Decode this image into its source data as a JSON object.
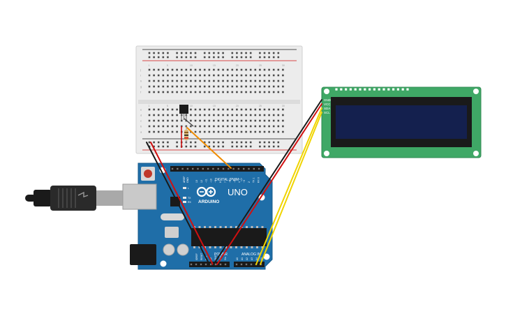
{
  "board": {
    "brand": "ARDUINO",
    "model": "UNO",
    "digital_label": "DIGITAL (PWM~)",
    "power_label": "POWER",
    "analog_label": "ANALOG IN",
    "aref": "AREF",
    "gnd": "GND",
    "led_l": "L",
    "led_tx": "TX",
    "led_rx": "RX",
    "digital_pins": [
      "13",
      "12",
      "~11",
      "~10",
      "~9",
      "8",
      "7",
      "~6",
      "~5",
      "4",
      "~3",
      "2",
      "TX 1",
      "RX 0"
    ],
    "power_pins": [
      "IOREF",
      "RESET",
      "3.3V",
      "5V",
      "GND",
      "GND",
      "Vin"
    ],
    "analog_pins": [
      "A0",
      "A1",
      "A2",
      "A3",
      "A4",
      "A5"
    ]
  },
  "lcd": {
    "pins": [
      "GND",
      "VCC",
      "SDA",
      "SCL"
    ]
  },
  "breadboard": {
    "row_letters_top": [
      "j",
      "i",
      "h",
      "g",
      "f"
    ],
    "row_letters_bottom": [
      "e",
      "d",
      "c",
      "b",
      "a"
    ],
    "column_numbers": [
      "1",
      "5",
      "10",
      "15",
      "20",
      "25",
      "30"
    ]
  },
  "colors": {
    "board": "#1f6ea8",
    "lcd_pcb": "#3fa866",
    "lcd_screen": "#14204e",
    "wire_red": "#d01010",
    "wire_black": "#1a1a1a",
    "wire_yellow": "#f0d400",
    "wire_orange": "#f08c00"
  }
}
